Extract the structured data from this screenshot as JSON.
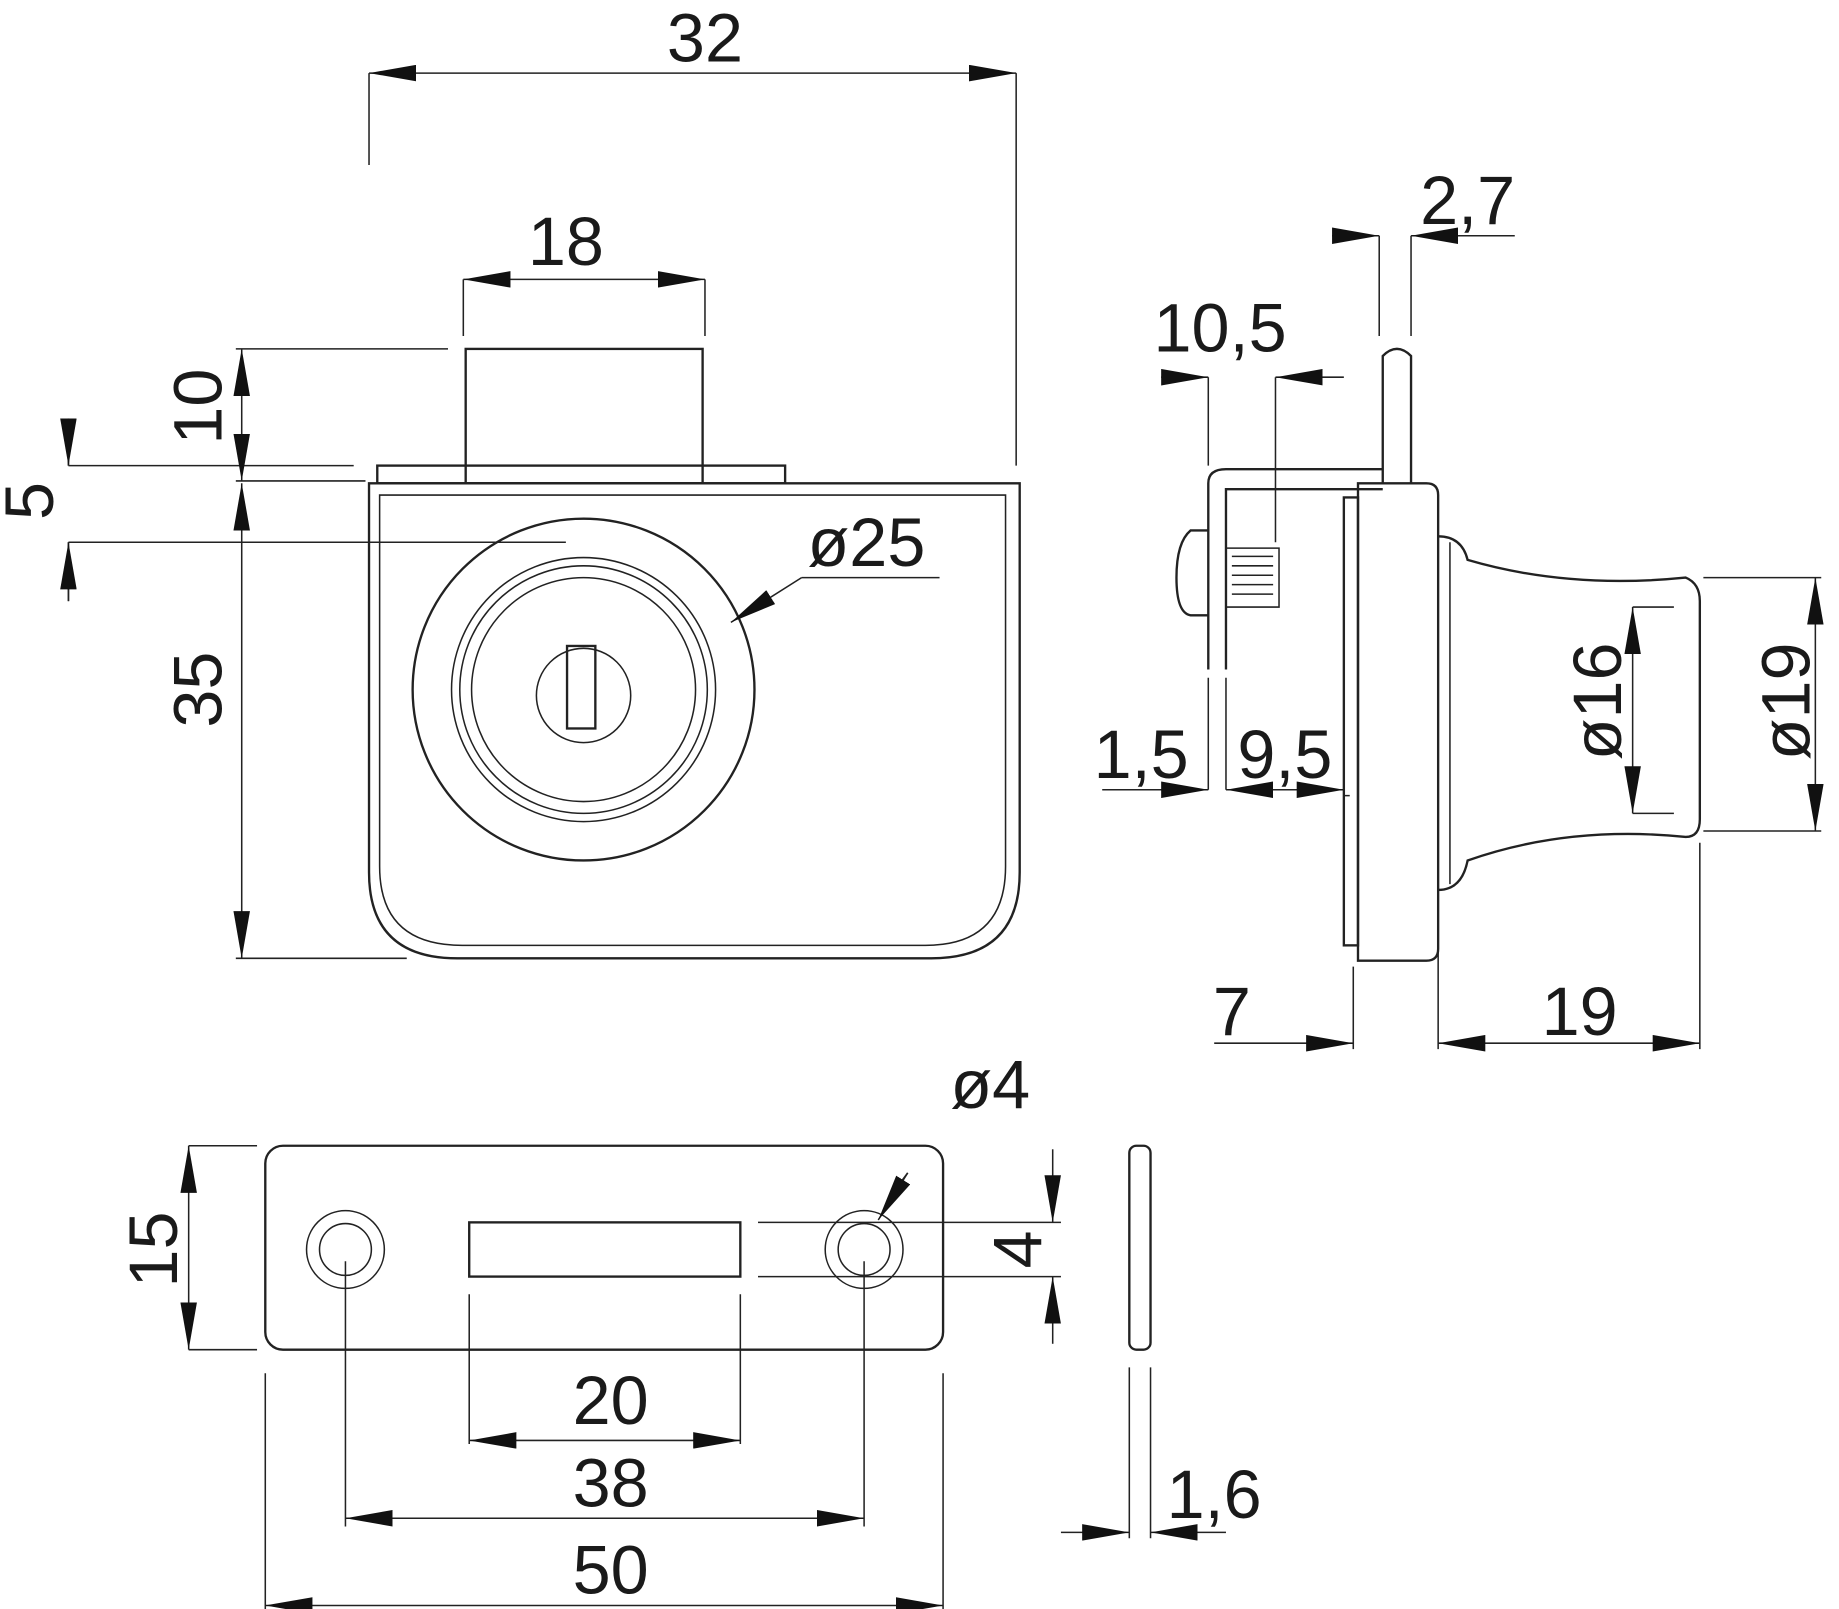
{
  "title": "Glass door lock dimensional drawing",
  "front_view": {
    "width": "32",
    "bolt_width": "18",
    "bolt_height": "10",
    "flange": "5",
    "body_height": "35",
    "cylinder_diameter": "ø25"
  },
  "side_view": {
    "plate_thickness": "2,7",
    "bracket_depth": "10,5",
    "offset_a": "1,5",
    "offset_b": "9,5",
    "body_depth": "7",
    "knob_length": "19",
    "knob_neck": "ø16",
    "knob_diameter": "ø19"
  },
  "strike_plate": {
    "height": "15",
    "hole_diameter": "ø4",
    "hole_size": "4",
    "slot_length": "20",
    "hole_spacing": "38",
    "length": "50",
    "thickness": "1,6"
  }
}
